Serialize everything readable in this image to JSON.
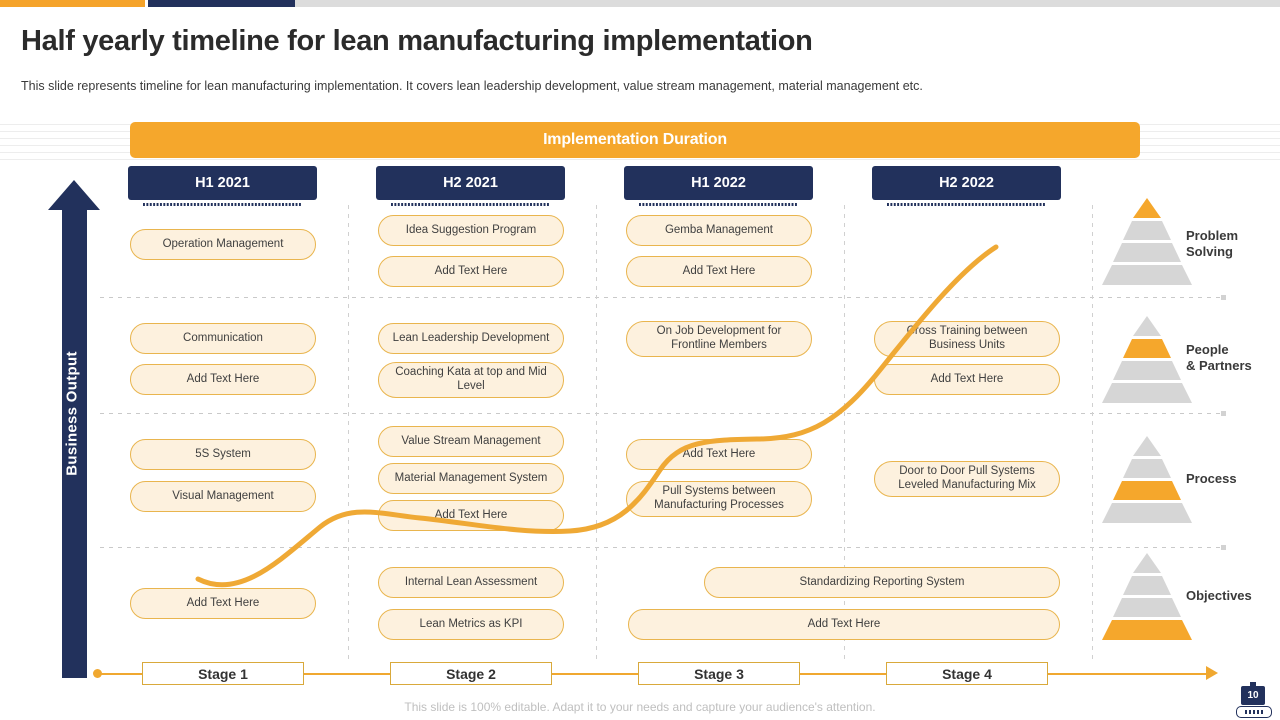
{
  "header": {
    "title": "Half yearly timeline for lean manufacturing implementation",
    "subtitle": "This slide represents timeline for lean manufacturing implementation. It covers lean leadership development, value stream management, material management etc."
  },
  "banner": {
    "label": "Implementation Duration"
  },
  "axis": {
    "vertical_label": "Business Output"
  },
  "periods": [
    {
      "label": "H1 2021"
    },
    {
      "label": "H2 2021"
    },
    {
      "label": "H1 2022"
    },
    {
      "label": "H2 2022"
    }
  ],
  "rows": [
    {
      "category": "Problem\nSolving",
      "category_line1": "Problem",
      "category_line2": "Solving",
      "highlight_index": 0,
      "cells": [
        [
          "Operation Management"
        ],
        [
          "Idea Suggestion Program",
          "Add Text Here"
        ],
        [
          "Gemba Management",
          "Add Text Here"
        ],
        []
      ]
    },
    {
      "category_line1": "People",
      "category_line2": "& Partners",
      "highlight_index": 1,
      "cells": [
        [
          "Communication",
          "Add Text Here"
        ],
        [
          "Lean Leadership Development",
          "Coaching Kata at top and Mid Level"
        ],
        [
          "On Job Development for Frontline Members"
        ],
        [
          "Cross Training between Business Units",
          "Add Text Here"
        ]
      ]
    },
    {
      "category_line1": "Process",
      "category_line2": "",
      "highlight_index": 2,
      "cells": [
        [
          "5S System",
          "Visual Management"
        ],
        [
          "Value Stream Management",
          "Material Management System",
          "Add Text Here"
        ],
        [
          "Add Text Here",
          "Pull Systems between Manufacturing Processes"
        ],
        [
          "Door to Door Pull Systems Leveled Manufacturing Mix"
        ]
      ]
    },
    {
      "category_line1": "Objectives",
      "category_line2": "",
      "highlight_index": 3,
      "cells": [
        [
          "Add Text Here"
        ],
        [
          "Internal Lean Assessment",
          "Lean Metrics as KPI"
        ],
        [],
        []
      ],
      "wide_cells": [
        "Standardizing Reporting System",
        "Add Text Here"
      ]
    }
  ],
  "stages": [
    {
      "label": "Stage 1"
    },
    {
      "label": "Stage 2"
    },
    {
      "label": "Stage 3"
    },
    {
      "label": "Stage 4"
    }
  ],
  "footer": {
    "note": "This slide is 100% editable. Adapt it to your needs and capture your audience's attention."
  },
  "page": {
    "number": "10"
  },
  "colors": {
    "orange": "#F5A72C",
    "navy": "#22315C",
    "pill_fill": "#FDF1DE",
    "pill_border": "#E9B54E",
    "grey": "#D2D2D2",
    "curve": "#EFA935"
  }
}
